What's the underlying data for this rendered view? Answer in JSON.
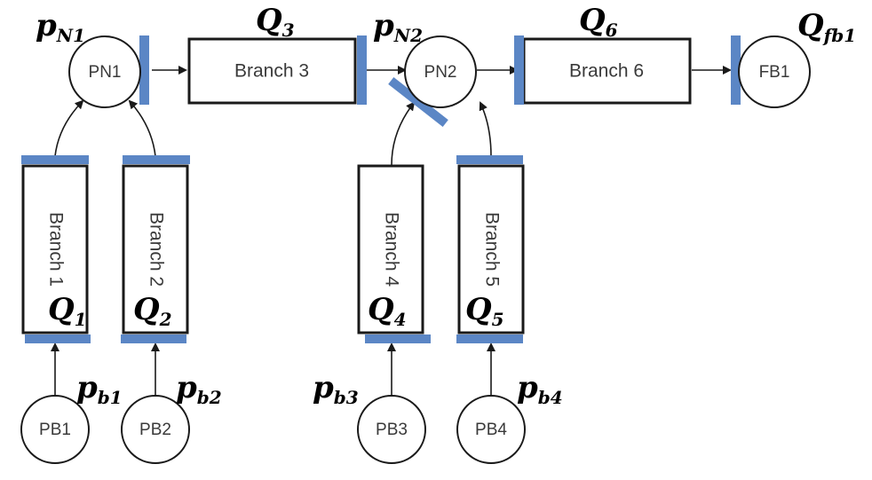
{
  "colors": {
    "valve": "#5b86c5",
    "stroke": "#1a1a1a",
    "text": "#3a3a3a"
  },
  "nodes": {
    "pn1": "PN1",
    "pn2": "PN2",
    "fb1": "FB1",
    "pb1": "PB1",
    "pb2": "PB2",
    "pb3": "PB3",
    "pb4": "PB4"
  },
  "branches": {
    "b1": "Branch 1",
    "b2": "Branch 2",
    "b3": "Branch 3",
    "b4": "Branch 4",
    "b5": "Branch 5",
    "b6": "Branch 6"
  },
  "variables": {
    "p_n1": {
      "base": "p",
      "sub": "N1"
    },
    "p_n2": {
      "base": "p",
      "sub": "N2"
    },
    "q_fb1": {
      "base": "Q",
      "sub": "fb1"
    },
    "q1": {
      "base": "Q",
      "sub": "1"
    },
    "q2": {
      "base": "Q",
      "sub": "2"
    },
    "q3": {
      "base": "Q",
      "sub": "3"
    },
    "q4": {
      "base": "Q",
      "sub": "4"
    },
    "q5": {
      "base": "Q",
      "sub": "5"
    },
    "q6": {
      "base": "Q",
      "sub": "6"
    },
    "p_b1": {
      "base": "p",
      "sub": "b1"
    },
    "p_b2": {
      "base": "p",
      "sub": "b2"
    },
    "p_b3": {
      "base": "p",
      "sub": "b3"
    },
    "p_b4": {
      "base": "p",
      "sub": "b4"
    }
  }
}
